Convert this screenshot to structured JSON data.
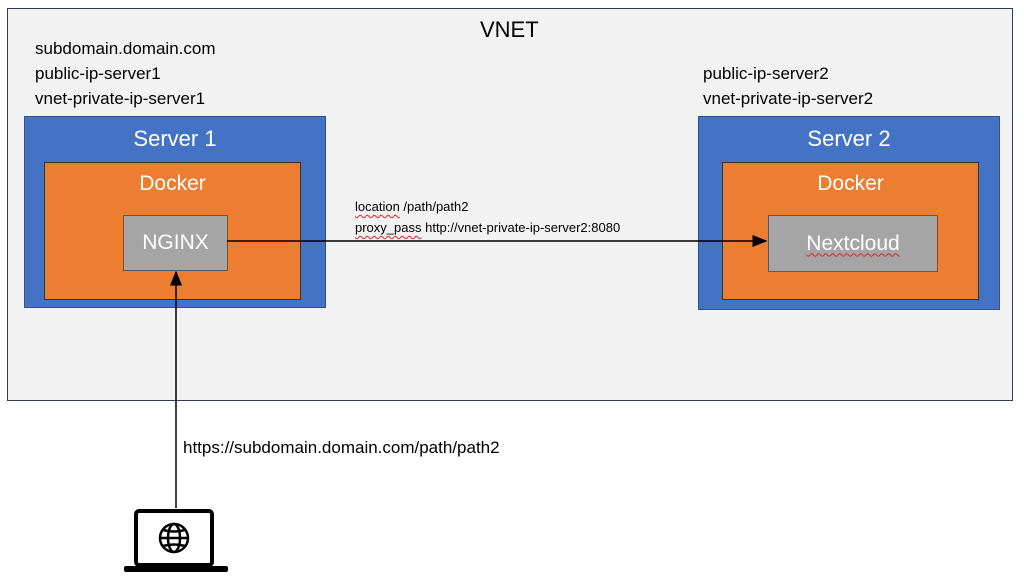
{
  "vnet": {
    "title": "VNET"
  },
  "server1": {
    "info": [
      "subdomain.domain.com",
      "public-ip-server1",
      "vnet-private-ip-server1"
    ],
    "title": "Server 1",
    "docker_label": "Docker",
    "app": "NGINX"
  },
  "server2": {
    "info": [
      "public-ip-server2",
      "vnet-private-ip-server2"
    ],
    "title": "Server 2",
    "docker_label": "Docker",
    "app": "Nextcloud"
  },
  "proxy_config": {
    "location_keyword": "location",
    "location_path": " /path/path2",
    "proxy_keyword": "proxy_pass",
    "proxy_target": " http://vnet-private-ip-server2:8080"
  },
  "client": {
    "request_url": "https://subdomain.domain.com/path/path2",
    "icon": "laptop-globe-icon"
  },
  "colors": {
    "server": "#4472c4",
    "docker": "#ed7d31",
    "app": "#a5a5a5",
    "vnet_bg": "#f2f2f2"
  }
}
